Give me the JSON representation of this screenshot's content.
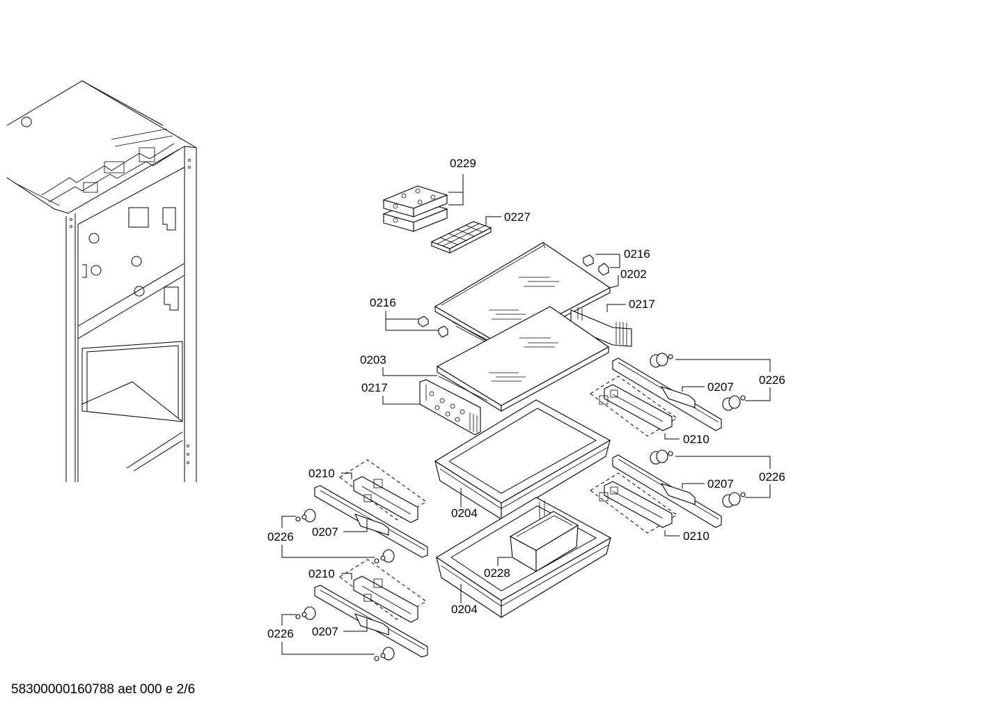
{
  "labels": [
    {
      "id": "c0229",
      "text": "0229"
    },
    {
      "id": "c0227",
      "text": "0227"
    },
    {
      "id": "c0216a",
      "text": "0216"
    },
    {
      "id": "c0202",
      "text": "0202"
    },
    {
      "id": "c0216b",
      "text": "0216"
    },
    {
      "id": "c0217a",
      "text": "0217"
    },
    {
      "id": "c0203",
      "text": "0203"
    },
    {
      "id": "c0217b",
      "text": "0217"
    },
    {
      "id": "c0226a",
      "text": "0226"
    },
    {
      "id": "c0207a",
      "text": "0207"
    },
    {
      "id": "c0210a",
      "text": "0210"
    },
    {
      "id": "c0226b",
      "text": "0226"
    },
    {
      "id": "c0207b",
      "text": "0207"
    },
    {
      "id": "c0210b",
      "text": "0210"
    },
    {
      "id": "c0210c",
      "text": "0210"
    },
    {
      "id": "c0204a",
      "text": "0204"
    },
    {
      "id": "c0226c",
      "text": "0226"
    },
    {
      "id": "c0207c",
      "text": "0207"
    },
    {
      "id": "c0228",
      "text": "0228"
    },
    {
      "id": "c0210d",
      "text": "0210"
    },
    {
      "id": "c0204b",
      "text": "0204"
    },
    {
      "id": "c0226d",
      "text": "0226"
    },
    {
      "id": "c0207d",
      "text": "0207"
    }
  ],
  "footer": {
    "text": "58300000160788 aet 000 e 2/6"
  }
}
